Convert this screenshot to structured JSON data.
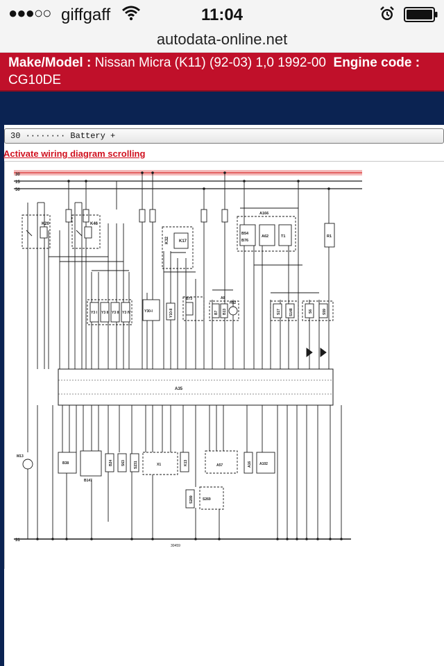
{
  "statusbar": {
    "signal": "●●●○○",
    "carrier": "giffgaff",
    "time": "11:04",
    "icons": [
      "wifi-icon",
      "alarm-icon",
      "battery-icon"
    ]
  },
  "browser": {
    "address": "autodata-online.net"
  },
  "header": {
    "make_model_label": "Make/Model :",
    "make_model_value": "Nissan Micra (K11) (92-03) 1,0 1992-00",
    "engine_code_label": "Engine code :",
    "engine_code_value": "CG10DE"
  },
  "selector": {
    "value": "30 ········ Battery +"
  },
  "links": {
    "scroll": "Activate wiring diagram scrolling"
  },
  "diagram": {
    "rails": [
      "30",
      "15",
      "50",
      "31"
    ],
    "relays": [
      "K20",
      "K46",
      "K17",
      "K32"
    ],
    "module_top": [
      "A166",
      "B54",
      "B76",
      "A62",
      "T1",
      "R1"
    ],
    "injectors": [
      "Y3 I",
      "Y3 II",
      "Y3 III",
      "Y3 IV"
    ],
    "valves": [
      "Y30-I",
      "Y10-II",
      "B73",
      "A8",
      "B7",
      "B13",
      "H52"
    ],
    "sensors_right": [
      "S17",
      "S148",
      "S6",
      "S59"
    ],
    "ecu": "A35",
    "lower": [
      "B38",
      "B147",
      "B24",
      "S63",
      "S231",
      "X1",
      "K13",
      "A57",
      "A16",
      "A102",
      "S289",
      "S269",
      "M13"
    ],
    "ref": "30459",
    "colors": {
      "rail30": "#e04848",
      "wire": "#1a1a1a",
      "header_red": "#c0102a",
      "navy": "#0b2352",
      "link_red": "#d0101e"
    }
  }
}
